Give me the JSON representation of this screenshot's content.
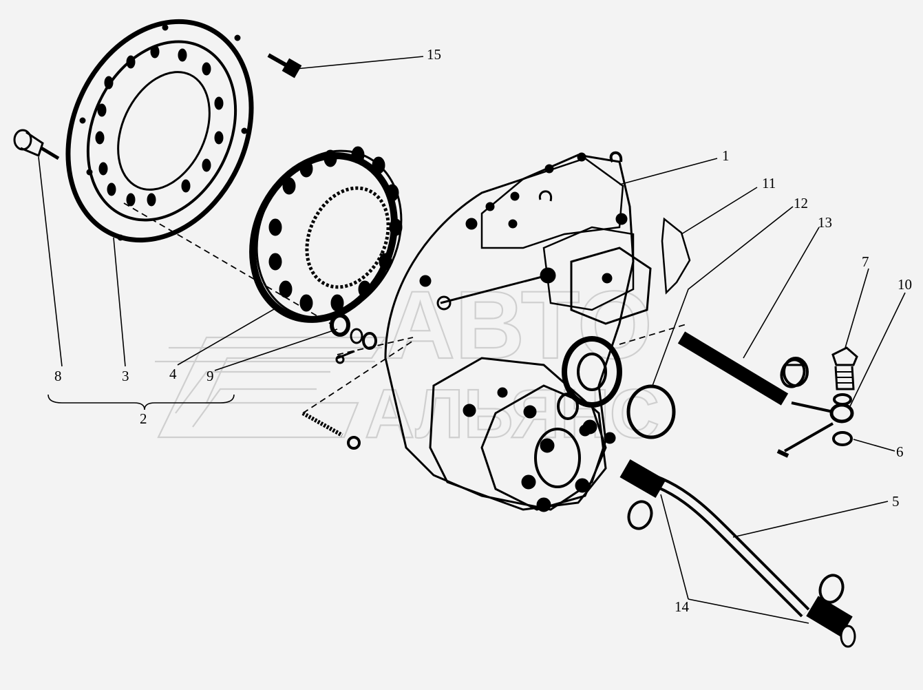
{
  "diagram": {
    "callouts": [
      "1",
      "2",
      "3",
      "4",
      "5",
      "6",
      "7",
      "8",
      "9",
      "10",
      "11",
      "12",
      "13",
      "14",
      "15"
    ],
    "watermark": {
      "line1": "АВТО",
      "line2": "АЛЬЯНС"
    }
  },
  "colors": {
    "background": "#f3f3f3",
    "ink": "#000000",
    "watermark": "#cfcfcf"
  }
}
